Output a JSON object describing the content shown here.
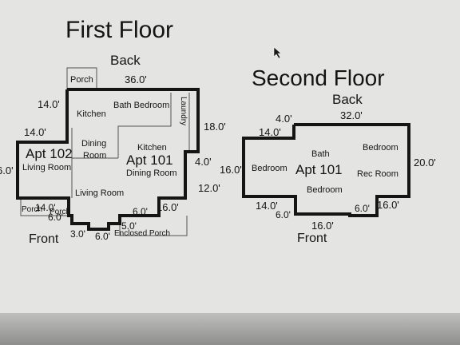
{
  "first_floor": {
    "title": "First Floor",
    "back_label": "Back",
    "front_label": "Front",
    "room_labels": {
      "porch_back": "Porch",
      "kitchen_102": "Kitchen",
      "bath_bedroom": "Bath Bedroom",
      "laundry": "Laundry",
      "dining_102": "Dining",
      "room_102": "Room",
      "apt_102": "Apt 102",
      "living_room_102": "Living Room",
      "kitchen_101": "Kitchen",
      "apt_101": "Apt 101",
      "dining_room_101": "Dining Room",
      "living_room_101": "Living Room",
      "porch_front_a": "Porch",
      "porch_front_b": "Porch",
      "enclosed_porch": "Enclosed Porch"
    },
    "dimensions": {
      "top": "36.0'",
      "left_upper": "14.0'",
      "left_mid": "14.0'",
      "left_edge": "6.0'",
      "right_laundry": "18.0'",
      "right_step": "4.0'",
      "right_lower": "12.0'",
      "front_right": "16.0'",
      "front_mid": "6.0'",
      "front_small": "5.0'",
      "front_left": "14.0'",
      "front_left_step": "6.0'",
      "front_bottom_left": "3.0'",
      "front_bottom_mid": "6.0'"
    }
  },
  "second_floor": {
    "title": "Second Floor",
    "back_label": "Back",
    "front_label": "Front",
    "room_labels": {
      "bath": "Bath",
      "bedroom_right": "Bedroom",
      "bedroom_left": "Bedroom",
      "apt_101": "Apt 101",
      "rec_room": "Rec Room",
      "bedroom_bottom": "Bedroom"
    },
    "dimensions": {
      "top": "32.0'",
      "step_top": "4.0'",
      "left_top": "14.0'",
      "left": "16.0'",
      "right": "20.0'",
      "bottom_left": "14.0'",
      "bottom_left_step": "6.0'",
      "bottom_mid": "16.0'",
      "bottom_right_step": "6.0'",
      "bottom_right": "16.0'"
    }
  },
  "colors": {
    "background": "#e4e4e2",
    "wall": "#151515",
    "thin_line": "#555555"
  },
  "icons": [
    "mouse-cursor-icon"
  ]
}
